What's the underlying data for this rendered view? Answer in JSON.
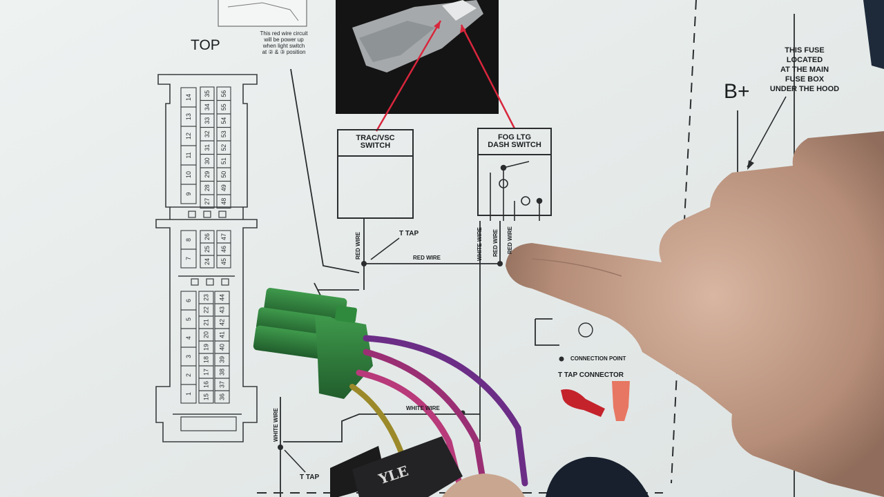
{
  "diagram": {
    "connector_label": "TOP",
    "note_red_wire": [
      "This red wire circuit",
      "will be power up",
      "when light switch",
      "at ② & ③ position"
    ],
    "trac_switch": [
      "TRAC/VSC",
      "SWITCH"
    ],
    "fog_switch": [
      "FOG LTG",
      "DASH SWITCH"
    ],
    "fuse_note": [
      "THIS FUSE",
      "LOCATED",
      "AT THE MAIN",
      "FUSE BOX",
      "UNDER THE HOOD"
    ],
    "bplus": "B+",
    "red_wire_label": "RED WIRE",
    "white_wire_label": "WHITE WIRE",
    "t_tap_top": "T TAP",
    "t_tap_bottom": "T TAP",
    "legend_connection": "CONNECTION POINT",
    "legend_ttap": "T TAP CONNECTOR",
    "white_wire_bottom": "WHITE WIRE",
    "relay_text": "YLE"
  },
  "connector_pins": {
    "upper_left": [
      "14",
      "13",
      "12",
      "11",
      "10",
      "9"
    ],
    "upper_mid": [
      "35",
      "34",
      "33",
      "32",
      "31",
      "30",
      "29",
      "28",
      "27"
    ],
    "upper_right": [
      "56",
      "55",
      "54",
      "53",
      "52",
      "51",
      "50",
      "49",
      "48"
    ],
    "mid_left": [
      "8",
      "7"
    ],
    "mid_mid": [
      "26",
      "25",
      "24"
    ],
    "mid_right": [
      "47",
      "46",
      "45"
    ],
    "lower_left": [
      "6",
      "5",
      "4",
      "3",
      "2",
      "1"
    ],
    "lower_c1": [
      "23",
      "22",
      "21",
      "20",
      "19",
      "18",
      "17",
      "16",
      "15"
    ],
    "lower_c2": [
      "44",
      "43",
      "42",
      "41",
      "40",
      "39",
      "38",
      "37",
      "36"
    ]
  },
  "colors": {
    "paper": "#e9eeec",
    "ink": "#2a2c2e",
    "red_arrow": "#d8263c",
    "green_connector": "#2d7a3a",
    "wire_purple": "#7a2e8a",
    "wire_pink": "#b33a6e",
    "skin": "#c9a690"
  }
}
